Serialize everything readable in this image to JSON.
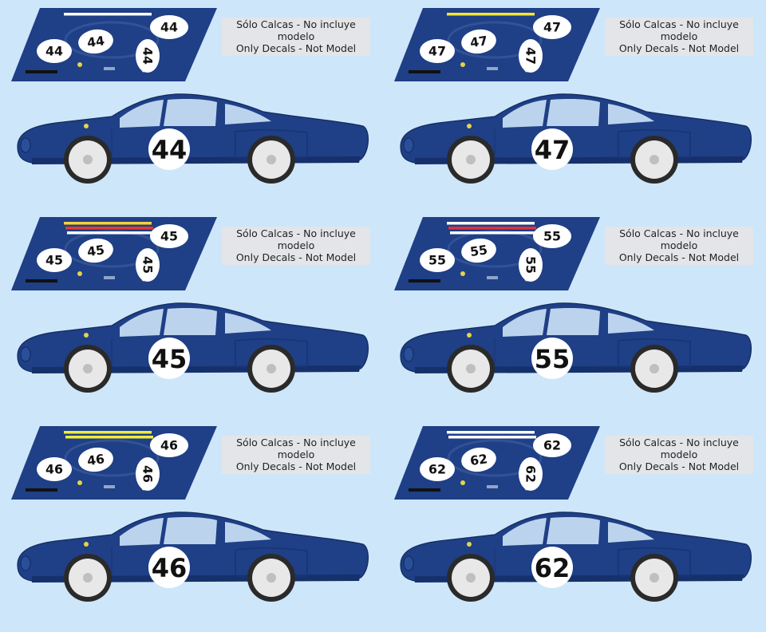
{
  "colors": {
    "background": "#cde6f9",
    "body_blue": "#1f3f86",
    "dark_blue": "#16306b",
    "glass": "#bcd3ee",
    "roundel": "#ffffff"
  },
  "cars": [
    {
      "number": "44",
      "stripe_colors": [
        "#ffffff"
      ],
      "note_es": "Sólo Calcas - No incluye modelo",
      "note_en": "Only Decals - Not Model"
    },
    {
      "number": "47",
      "stripe_colors": [
        "#f5e531"
      ],
      "note_es": "Sólo Calcas - No incluye modelo",
      "note_en": "Only Decals - Not Model"
    },
    {
      "number": "45",
      "stripe_colors": [
        "#f5d23a",
        "#e63a2a",
        "#ffffff"
      ],
      "note_es": "Sólo Calcas - No incluye modelo",
      "note_en": "Only Decals - Not Model"
    },
    {
      "number": "55",
      "stripe_colors": [
        "#ffffff",
        "#e0323a",
        "#ffffff"
      ],
      "note_es": "Sólo Calcas - No incluye modelo",
      "note_en": "Only Decals - Not Model"
    },
    {
      "number": "46",
      "stripe_colors": [
        "#f2ea3c",
        "#f2ea3c"
      ],
      "note_es": "Sólo Calcas - No incluye modelo",
      "note_en": "Only Decals - Not Model"
    },
    {
      "number": "62",
      "stripe_colors": [
        "#ffffff",
        "#ffffff"
      ],
      "note_es": "Sólo Calcas - No incluye modelo",
      "note_en": "Only Decals - Not Model"
    }
  ]
}
